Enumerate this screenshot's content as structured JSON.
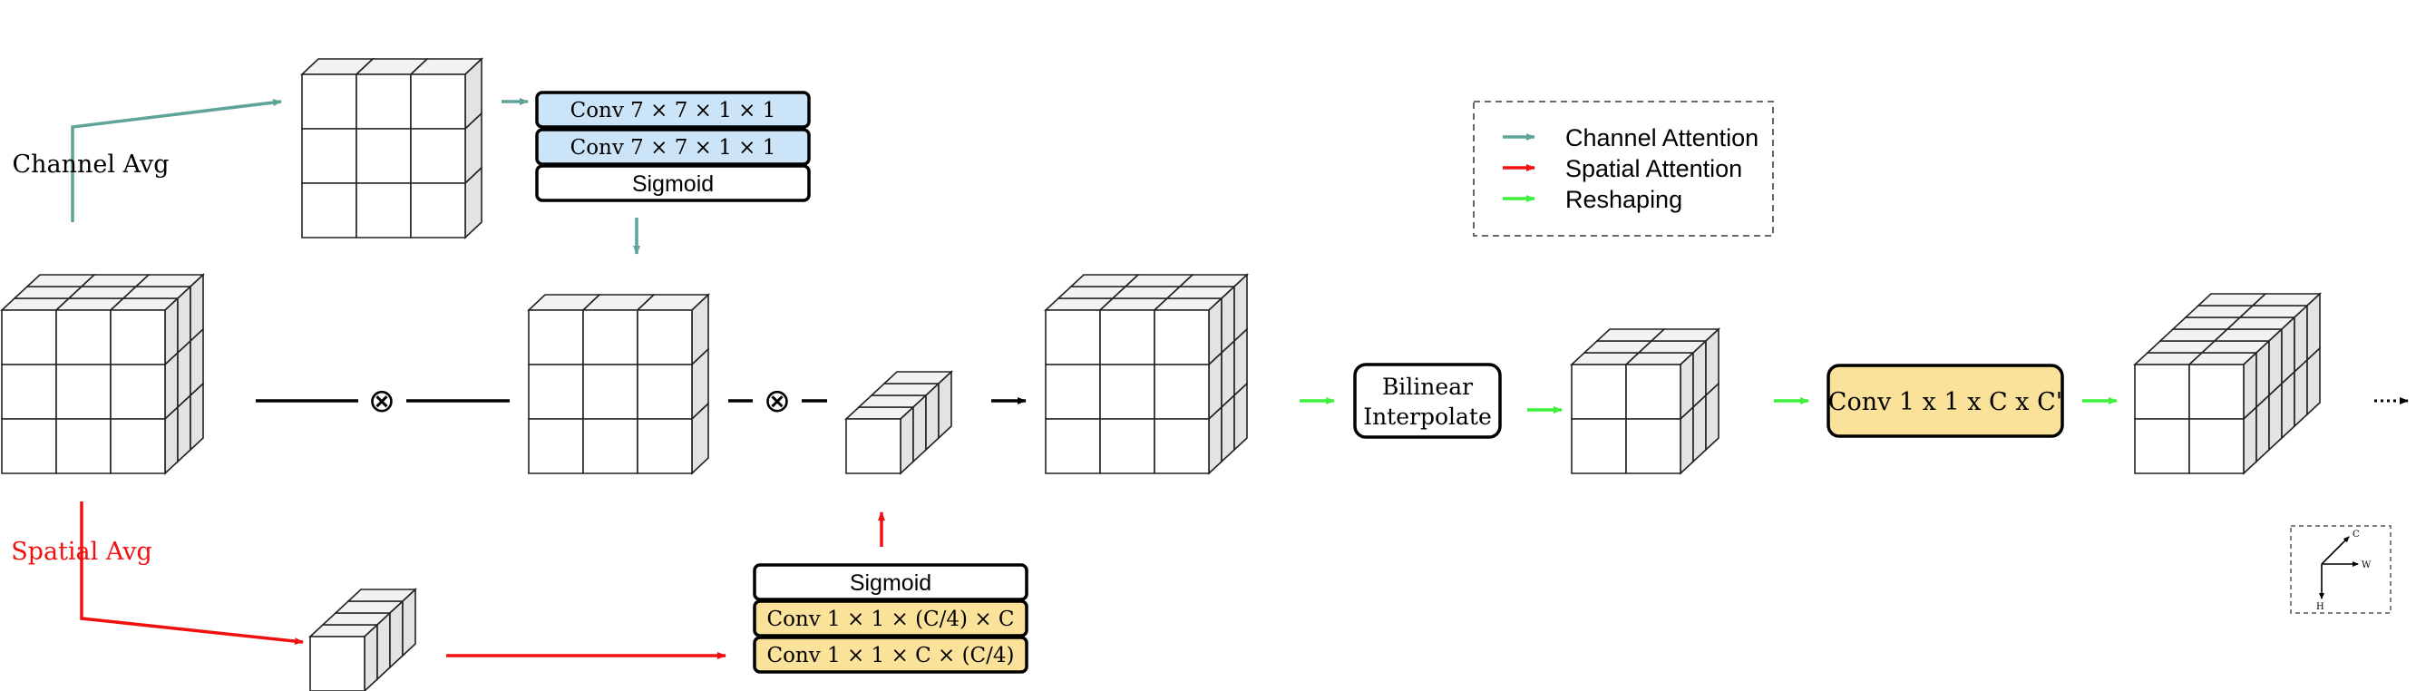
{
  "colors": {
    "channel": "#5fa49a",
    "spatial": "#f01010",
    "reshape": "#3cf03c",
    "blue_box": "#cce4f8",
    "yellow_box": "#fbe29a",
    "line": "#000000"
  },
  "labels": {
    "channel_avg": "Channel Avg",
    "spatial_avg": "Spatial Avg",
    "multiply_1": "⊗",
    "multiply_2": "⊗"
  },
  "channel_stack": {
    "conv1": "Conv 7 × 7 × 1 × 1",
    "conv2": "Conv 7 × 7 × 1 × 1",
    "sigmoid": "Sigmoid"
  },
  "spatial_stack": {
    "sigmoid": "Sigmoid",
    "conv1": "Conv 1 × 1 × (C/4) × C",
    "conv2": "Conv 1 × 1 × C × (C/4)"
  },
  "bilinear": {
    "line1": "Bilinear",
    "line2": "Interpolate"
  },
  "conv_final": "Conv 1 x 1 x C x C'",
  "legend": {
    "channel": "Channel Attention",
    "spatial": "Spatial Attention",
    "reshape": "Reshaping"
  },
  "axes": {
    "c": "C",
    "w": "W",
    "h": "H"
  }
}
